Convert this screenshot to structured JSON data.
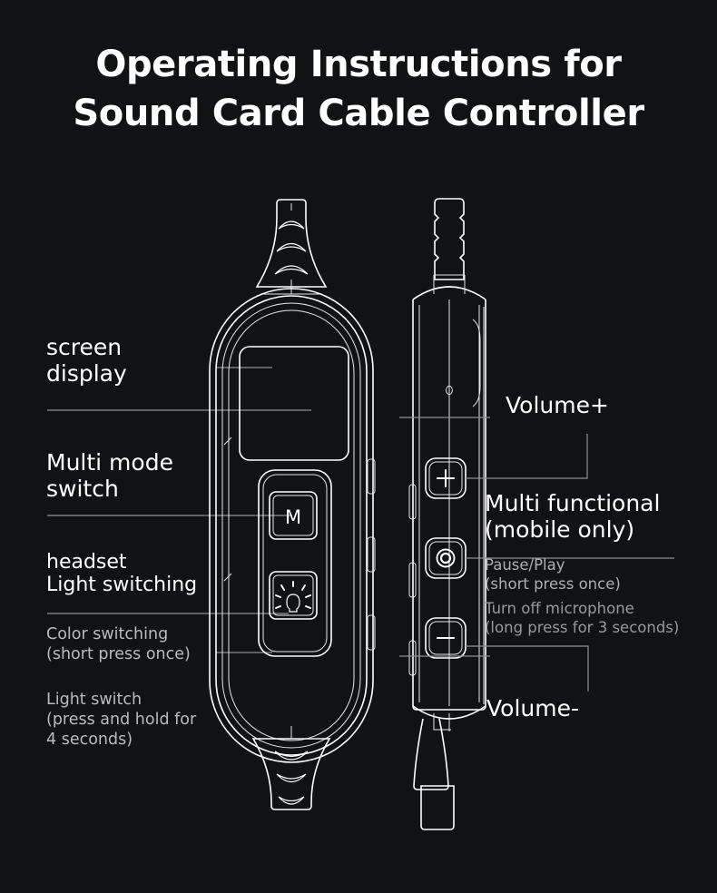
{
  "page": {
    "background_color": "#111214",
    "text_color": "#ffffff",
    "muted_text_color": "#9b9da0",
    "line_color": "#9a9c9f",
    "artwork_color": "#ffffff"
  },
  "title": {
    "line1": "Operating Instructions for",
    "line2": "Sound Card Cable Controller"
  },
  "left_device": {
    "name": "sound-card-cable-controller-front-view",
    "screen_label": "screen",
    "buttons": [
      {
        "id": "multi-mode",
        "glyph": "M",
        "icon": "letter-m-icon"
      },
      {
        "id": "light-switch",
        "glyph": "",
        "icon": "light-bulb-rays-icon"
      }
    ]
  },
  "right_device": {
    "name": "sound-card-cable-controller-side-view",
    "buttons": [
      {
        "id": "volume-up",
        "icon": "plus-icon"
      },
      {
        "id": "multi-function",
        "icon": "circle-target-icon"
      },
      {
        "id": "volume-down",
        "icon": "minus-icon"
      }
    ],
    "microphone_icon": "microphone-pinhole-icon"
  },
  "callouts": {
    "left": [
      {
        "id": "screen-display",
        "text": "screen\ndisplay",
        "style": "big"
      },
      {
        "id": "multi-mode-switch",
        "text": "Multi mode\nswitch",
        "style": "big"
      },
      {
        "id": "headset-light-switching",
        "text": "headset\nLight switching",
        "style": "mid"
      },
      {
        "id": "color-switching",
        "text": "Color switching\n(short press once)",
        "style": "small"
      },
      {
        "id": "light-switch",
        "text": "Light switch\n(press and hold for\n 4 seconds)",
        "style": "small"
      }
    ],
    "right": [
      {
        "id": "volume-up",
        "text": "Volume+",
        "style": "big"
      },
      {
        "id": "multi-functional",
        "text": "Multi functional\n(mobile only)",
        "style": "big"
      },
      {
        "id": "pause-play",
        "text": "Pause/Play\n(short press once)",
        "style": "sub"
      },
      {
        "id": "turn-off-microphone",
        "text": "Turn off microphone\n(long press for 3 seconds)",
        "style": "tiny"
      },
      {
        "id": "volume-down",
        "text": "Volume-",
        "style": "big"
      }
    ]
  }
}
